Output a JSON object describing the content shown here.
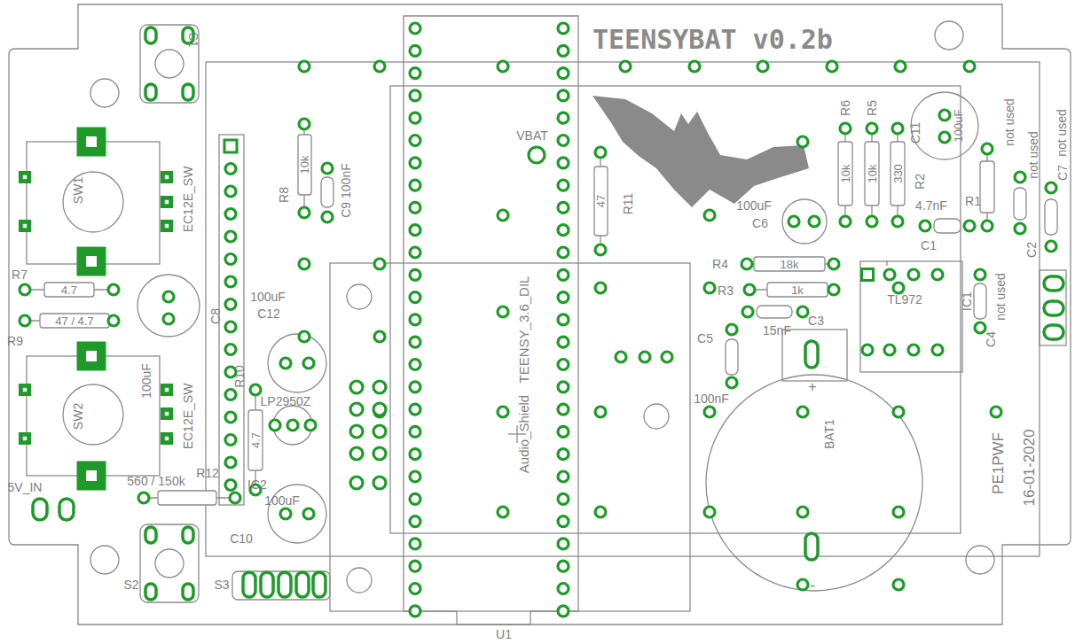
{
  "diagram": {
    "title": "TEENSYBAT v0.2b",
    "labels": [
      "S1",
      "SW1",
      "EC12E_SW",
      "R7",
      "4.7",
      "47 / 4.7",
      "R9",
      "C8",
      "100uF",
      "SW2",
      "EC12E_SW",
      "5V_IN",
      "560 / 150k",
      "R12",
      "S2",
      "C10",
      "100uF",
      "IC2",
      "S3",
      "LP2950Z",
      "R10",
      "4.7",
      "100uF",
      "C12",
      "R8",
      "10k",
      "C9 100nF",
      "Audio_Shield",
      "TEENSY_3.6_DIL",
      "VBAT",
      "47",
      "R11",
      "U1",
      "100uF",
      "C6",
      "R6",
      "R5",
      "10k",
      "10k",
      "330",
      "R2",
      "C11",
      "100uF",
      "not used",
      "not used",
      "not used",
      "4.7nF",
      "C1",
      "R1",
      "C2",
      "C7",
      "R4",
      "18k",
      "R3",
      "1k",
      "15nF",
      "C3",
      "TL972",
      "IC1",
      "not used",
      "C4",
      "C5",
      "100nF",
      "BAT1",
      "+",
      "-",
      "PE1PWF",
      "16-01-2020"
    ]
  }
}
